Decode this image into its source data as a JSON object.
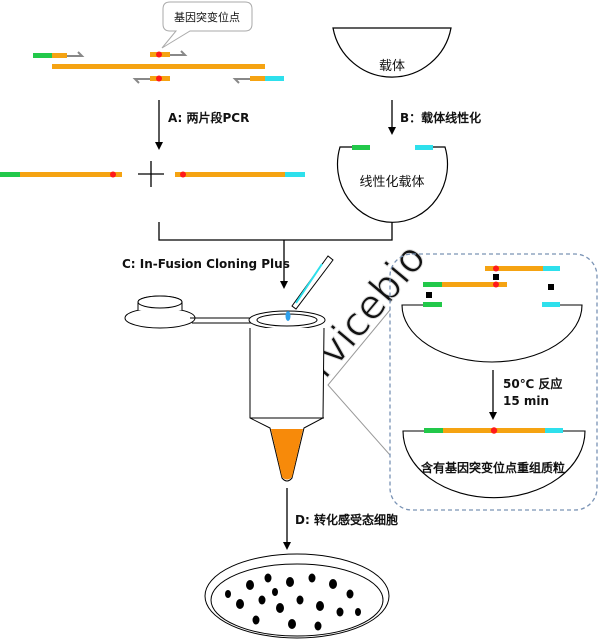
{
  "callout": "基因突变位点",
  "step_a": "A: 两片段PCR",
  "vector": "载体",
  "step_b": "B：载体线性化",
  "linear_vector": "线性化载体",
  "step_c": "C: In-Fusion Cloning Plus",
  "reaction_temp": "50℃ 反应",
  "reaction_time": "15 min",
  "recombinant": "含有基因突变位点重组质粒",
  "step_d": "D: 转化感受态细胞",
  "watermark": "Servicebio",
  "colors": {
    "insert": "#f5a312",
    "green_arm": "#22c84a",
    "cyan_arm": "#2ee0ec",
    "mutation": "#ff1a1a",
    "primer": "#888888",
    "box": "#7a93b5"
  }
}
